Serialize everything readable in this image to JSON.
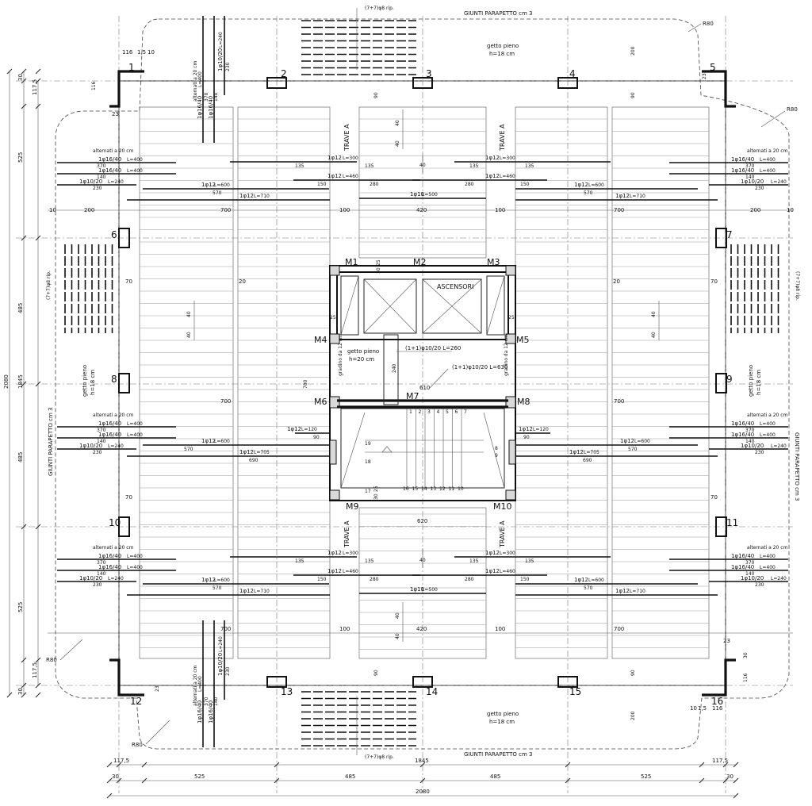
{
  "columns": {
    "c1": "1",
    "c2": "2",
    "c3": "3",
    "c4": "4",
    "c5": "5",
    "c6": "6",
    "c7": "7",
    "c8": "8",
    "c9": "9",
    "c10": "10",
    "c11": "11",
    "c12": "12",
    "c13": "13",
    "c14": "14",
    "c15": "15",
    "c16": "16"
  },
  "walls": {
    "m1": "M1",
    "m2": "M2",
    "m3": "M3",
    "m4": "M4",
    "m5": "M5",
    "m6": "M6",
    "m7": "M7",
    "m8": "M8",
    "m9": "M9",
    "m10": "M10"
  },
  "core": {
    "ascensori": "ASCENSORI",
    "getto_pieno": "getto pieno",
    "h20": "h=20 cm",
    "gradino": "gradino da 12 cm",
    "bar_260": "(1+1)φ10/20 L=260",
    "bar_630": "(1+1)φ10/20 L=630",
    "d610": "610",
    "d620": "620",
    "d240": "240",
    "d780": "780",
    "d25": "25",
    "d30": "30",
    "stairs_top": [
      "1",
      "2",
      "3",
      "4",
      "5",
      "6",
      "7"
    ],
    "stairs_bottom": [
      "16",
      "15",
      "14",
      "13",
      "12",
      "11",
      "10"
    ],
    "stairs_left": [
      "19",
      "18",
      "17"
    ],
    "stairs_right": [
      "8",
      "9"
    ]
  },
  "balcony": {
    "getto_pieno": "getto pieno",
    "h18": "h=18 cm",
    "giunti": "GIUNTI PARAPETTO cm 3",
    "bars78": "(7+7)φ8 rip.",
    "r80": "R80"
  },
  "beams": {
    "trave_a": "TRAVE A"
  },
  "rebar": {
    "alternati": "alternati a 20 cm",
    "b16": "1φ16/40",
    "b16_L": "L=400",
    "b10": "1φ10/20",
    "b10_L": "L=240",
    "b12": "1φ12",
    "L300": "L=300",
    "L460": "L=460",
    "L600": "L=600",
    "L710": "L=710",
    "L705": "L=705",
    "L120": "L=120",
    "b10_500": "1φ10",
    "L500": "L=500",
    "d370": "370",
    "d140": "140",
    "d230": "230",
    "d15": "15",
    "d135": "135",
    "d150": "150",
    "d280": "280",
    "d570": "570",
    "d690": "690",
    "d90": "90",
    "d40": "40"
  },
  "dims": {
    "d200": "200",
    "d700": "700",
    "d100": "100",
    "d420": "420",
    "d10": "10",
    "d70": "70",
    "d20": "20",
    "d116": "116",
    "d1_5": "1,5",
    "d90": "90",
    "d23": "23",
    "d30": "30",
    "left_chain": [
      "30",
      "117,5",
      "525",
      "485",
      "525",
      "117,5",
      "30"
    ],
    "left_1845": "1845",
    "left_2080": "2080",
    "left_485": "485",
    "bottom_row1": [
      "117,5",
      "1845",
      "117,5"
    ],
    "bottom_row2": [
      "30",
      "525",
      "485",
      "485",
      "525",
      "30"
    ],
    "bottom_total": "2080"
  }
}
